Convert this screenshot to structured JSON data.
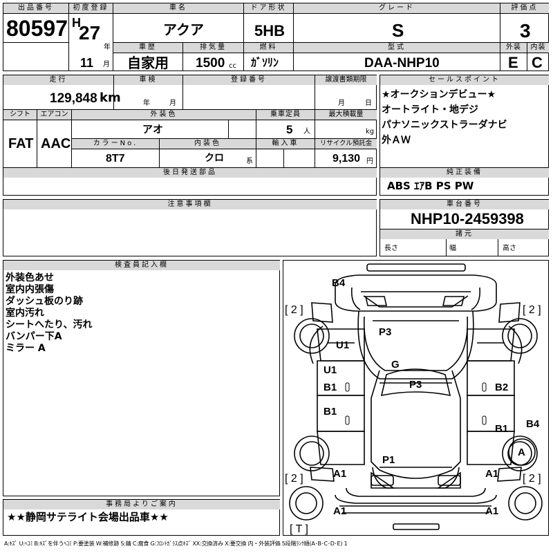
{
  "header": {
    "lot_label": "出品番号",
    "lot_number": "80597",
    "first_reg_label": "初度登録",
    "era": "H",
    "year": "27",
    "year_unit": "年",
    "month": "11",
    "month_unit": "月",
    "car_name_label": "車名",
    "car_name": "アクア",
    "door_label": "ドア形状",
    "door": "5HB",
    "grade_label": "グレード",
    "grade": "S",
    "score_label": "評価点",
    "score": "3",
    "history_label": "車歴",
    "history": "自家用",
    "disp_label": "排気量",
    "disp": "1500",
    "disp_unit": "cc",
    "fuel_label": "燃料",
    "fuel": "ｶﾞｿﾘﾝ",
    "model_label": "型式",
    "model": "DAA-NHP10",
    "ext_label": "外装",
    "ext": "E",
    "int_label": "内装",
    "int": "C"
  },
  "mid": {
    "mileage_label": "走行",
    "mileage": "129,848",
    "mileage_unit": "km",
    "inspection_label": "車検",
    "ins_year_unit": "年",
    "ins_month_unit": "月",
    "reg_label": "登録番号",
    "transfer_label": "譲渡書類期限",
    "tr_month_unit": "月",
    "tr_day_unit": "日",
    "shift_label": "シフト",
    "shift": "FAT",
    "ac_label": "エアコン",
    "ac": "AAC",
    "color_label": "外装色",
    "color": "アオ",
    "capacity_label": "乗車定員",
    "capacity": "5",
    "capacity_unit": "人",
    "load_label": "最大積載量",
    "load_unit": "kg",
    "colorno_label": "カラーNo.",
    "colorno": "8T7",
    "intcolor_label": "内装色",
    "intcolor": "クロ",
    "intcolor_unit": "系",
    "import_label": "輸入車",
    "recycle_label": "リサイクル預託金",
    "recycle": "9,130",
    "recycle_unit": "円",
    "later_label": "後日発送部品",
    "notes_label": "注意事項欄"
  },
  "sales_points": {
    "label": "セールスポイント",
    "items": [
      "★オークションデビュー★",
      "オートライト・地デジ",
      "パナソニックストラーダナビ",
      "外ＡＷ"
    ]
  },
  "equipment": {
    "label": "純正装備",
    "value": "ABS ｴｱB PS PW"
  },
  "chassis": {
    "label": "車台番号",
    "value": "NHP10-2459398",
    "dims_label": "諸元",
    "length_label": "長さ",
    "width_label": "幅",
    "height_label": "高さ"
  },
  "inspector": {
    "label": "検査員記入欄",
    "lines": [
      "外装色あせ",
      "室内内張傷",
      "ダッシュ板のり跡",
      "室内汚れ",
      "シートへたり、汚れ",
      "バンパー下A",
      "ミラー A"
    ]
  },
  "office": {
    "label": "事務局よりご案内",
    "text": "★★静岡サテライト会場出品車★★"
  },
  "diagram": {
    "marks": {
      "b4_top": "B4",
      "p3_roof": "P3",
      "u1_left": "U1",
      "g": "G",
      "u1_door": "U1",
      "b1_front_door": "B1",
      "p3_bonnet": "P3",
      "b2": "B2",
      "b1_rear_left": "B1",
      "b1_rear_right": "B1",
      "b4_right": "B4",
      "p1": "P1",
      "a_circle": "A",
      "a1_front_left": "A1",
      "a1_front_right": "A1",
      "a1_bottom_left": "A1",
      "a1_bottom_right": "A1"
    },
    "tyres": {
      "rear_left": "[ 2 ]",
      "rear_right": "[ 2 ]",
      "front_left": "[ 2 ]",
      "front_right": "[ 2 ]",
      "spare": "[ T ]"
    }
  },
  "legend": "A:ｷｽﾞ U:ﾍｺﾐ B:ｷｽﾞを伴うﾍｺﾐ P:要塗装 W:補修跡 S:錆 C:腐食 G:ﾌﾛﾝﾄｶﾞﾗｽ点ｷｽﾞ XX:交換済み X:要交換 内・外装評価 5段階ﾗﾝｸ順(A･B･C･D･E) 1"
}
